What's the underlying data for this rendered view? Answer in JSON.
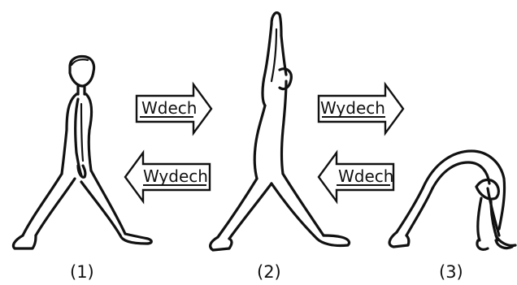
{
  "arrows": {
    "forward_1_to_2": "Wdech",
    "forward_2_to_3": "Wydech",
    "back_2_to_1": "Wydech",
    "back_3_to_2": "Wdech"
  },
  "poses": {
    "pose1_label": "(1)",
    "pose2_label": "(2)",
    "pose3_label": "(3)"
  },
  "colors": {
    "ink": "#111111",
    "background": "#ffffff"
  }
}
